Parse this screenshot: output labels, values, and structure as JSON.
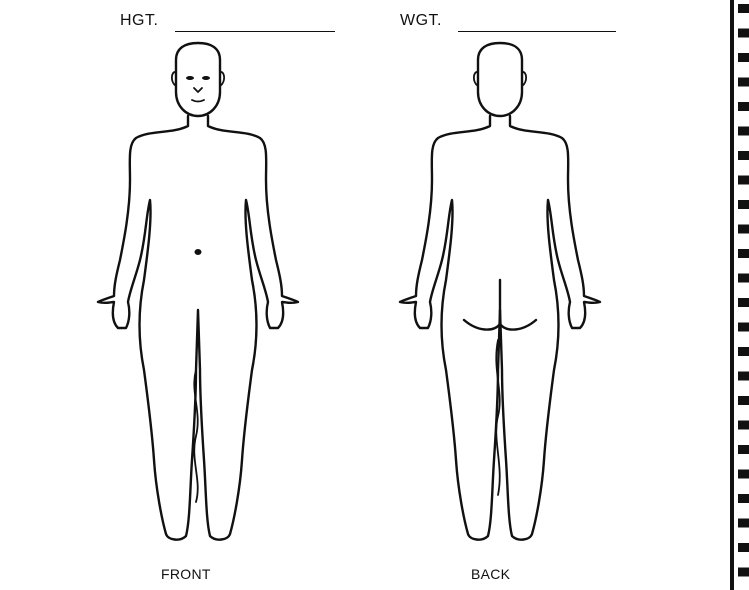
{
  "form": {
    "height_label": "HGT.",
    "height_value": "",
    "weight_label": "WGT.",
    "weight_value": ""
  },
  "figures": {
    "front_caption": "FRONT",
    "back_caption": "BACK"
  }
}
